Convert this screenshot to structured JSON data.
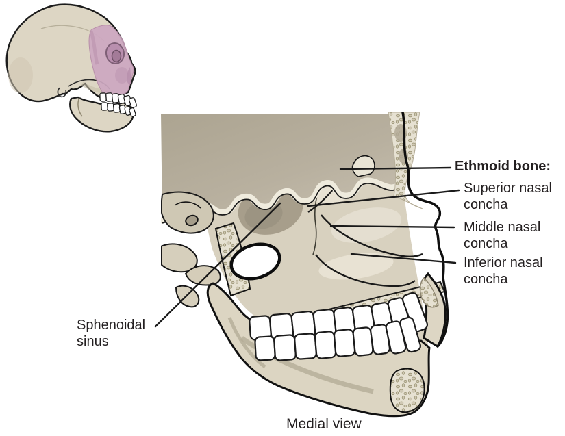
{
  "labels": {
    "ethmoid_bone": "Ethmoid bone:",
    "superior_nasal_concha": "Superior nasal concha",
    "middle_nasal_concha": "Middle nasal concha",
    "inferior_nasal_concha": "Inferior nasal concha",
    "sphenoidal_sinus": "Sphenoidal sinus",
    "caption": "Medial view"
  },
  "illustrations": {
    "inset": "lateral-skull-thumbnail-with-ethmoid-region-highlighted",
    "main": "medial-sagittal-section-of-skull"
  },
  "colors": {
    "background": "#ffffff",
    "bone": "#ddd6c4",
    "bone_shadow": "#b2aa96",
    "cranial_cut_surface": "#b5ad9c",
    "cut_edge_cream": "#efebdd",
    "spongy_bone": "#e6e1d2",
    "ethmoid_highlight_pink": "#cda8c1",
    "orbit_pink_dark": "#a37b98",
    "outline": "#1a1a1a",
    "teeth": "#ffffff",
    "text": "#231f20"
  }
}
